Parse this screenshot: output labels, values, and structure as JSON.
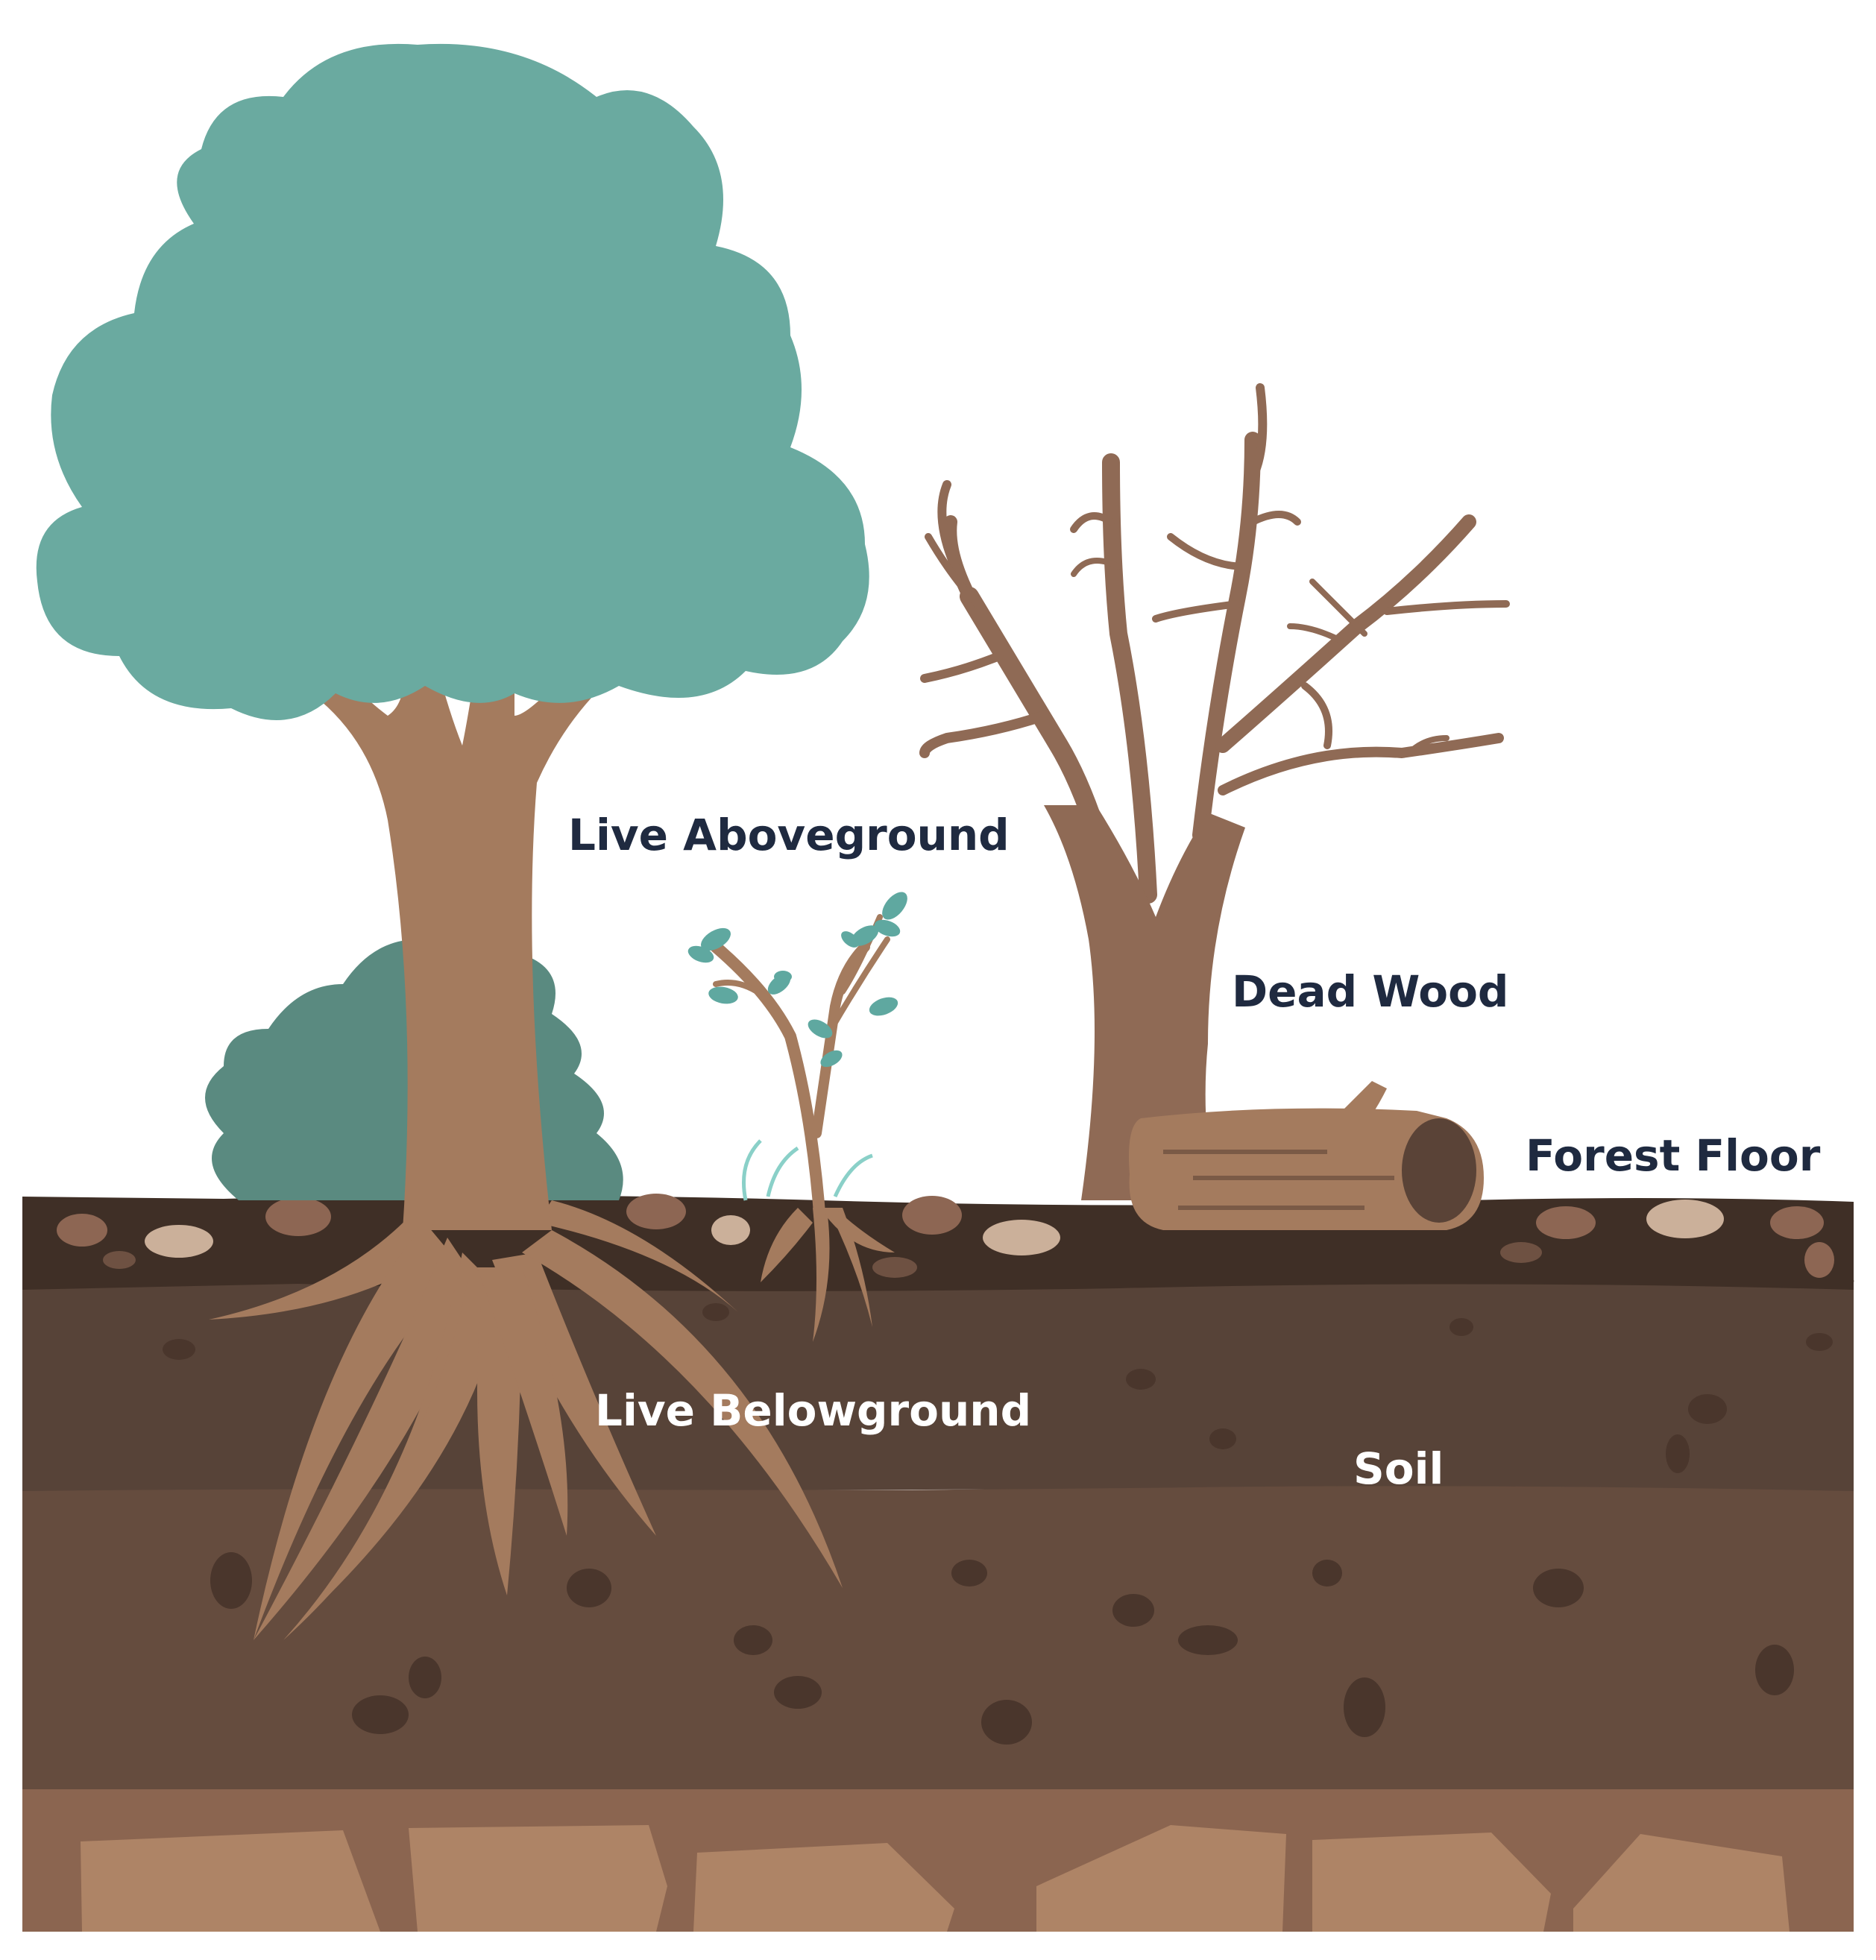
{
  "labels": {
    "live_aboveground": "Live Aboveground",
    "dead_wood": "Dead Wood",
    "forest_floor": "Forest Floor",
    "live_belowground": "Live Belowground",
    "soil": "Soil"
  },
  "colors": {
    "dark_label": "#1f2a40",
    "light_label": "#ffffff",
    "canopy": "#6aaaa0",
    "shrub": "#5a8a80",
    "trunk": "#a47b5e",
    "dead_wood": "#8f6a55",
    "litter_layer": "#3f2f26",
    "soil_upper": "#574338",
    "soil_lower": "#654c3e",
    "bedrock": "#8b6550",
    "rock": "#ae8466"
  }
}
